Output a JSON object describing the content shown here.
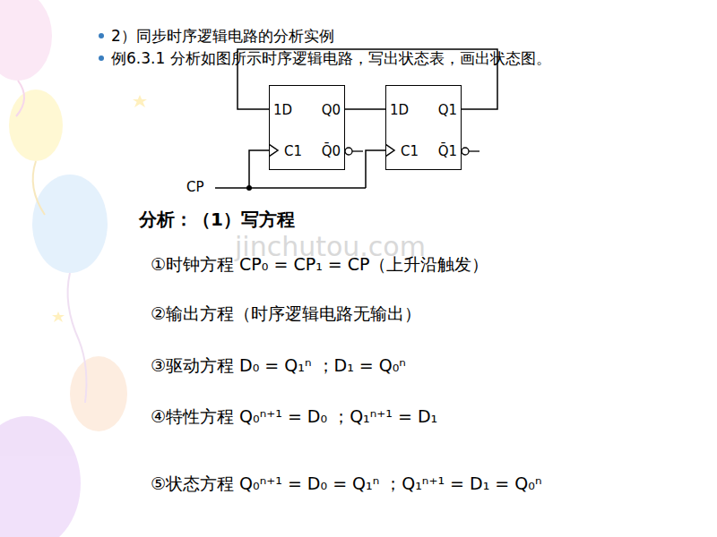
{
  "diagram": {
    "nodes": [
      {
        "text": [
          "1D",
          "Q0",
          "C1",
          "Q̄0"
        ]
      },
      {
        "text": [
          "1D",
          "Q1",
          "C1",
          "Q̄1"
        ]
      }
    ],
    "edges": [
      {
        "from": 0,
        "to": 1,
        "arrow": "none"
      },
      {
        "from": 1,
        "to": 0,
        "arrow": "none"
      }
    ],
    "labels": [
      "2）同步时序逻辑电路的分析实例",
      "例6.3.1 分析如图所示时序逻辑电路，写出状态表，画出状态图。",
      "CP",
      "分析：（1）写方程",
      "①时钟方程 CP₀ = CP₁ = CP（上升沿触发）",
      "②输出方程（时序逻辑电路无输出）",
      "③驱动方程 D₀ = Q₁ⁿ ；D₁ = Q₀ⁿ",
      "④特性方程 Q₀ⁿ⁺¹ = D₀ ；Q₁ⁿ⁺¹ = D₁",
      "⑤状态方程 Q₀ⁿ⁺¹ = D₀ = Q₁ⁿ ；Q₁ⁿ⁺¹ = D₁ = Q₀ⁿ",
      "jinchutou.com"
    ]
  }
}
